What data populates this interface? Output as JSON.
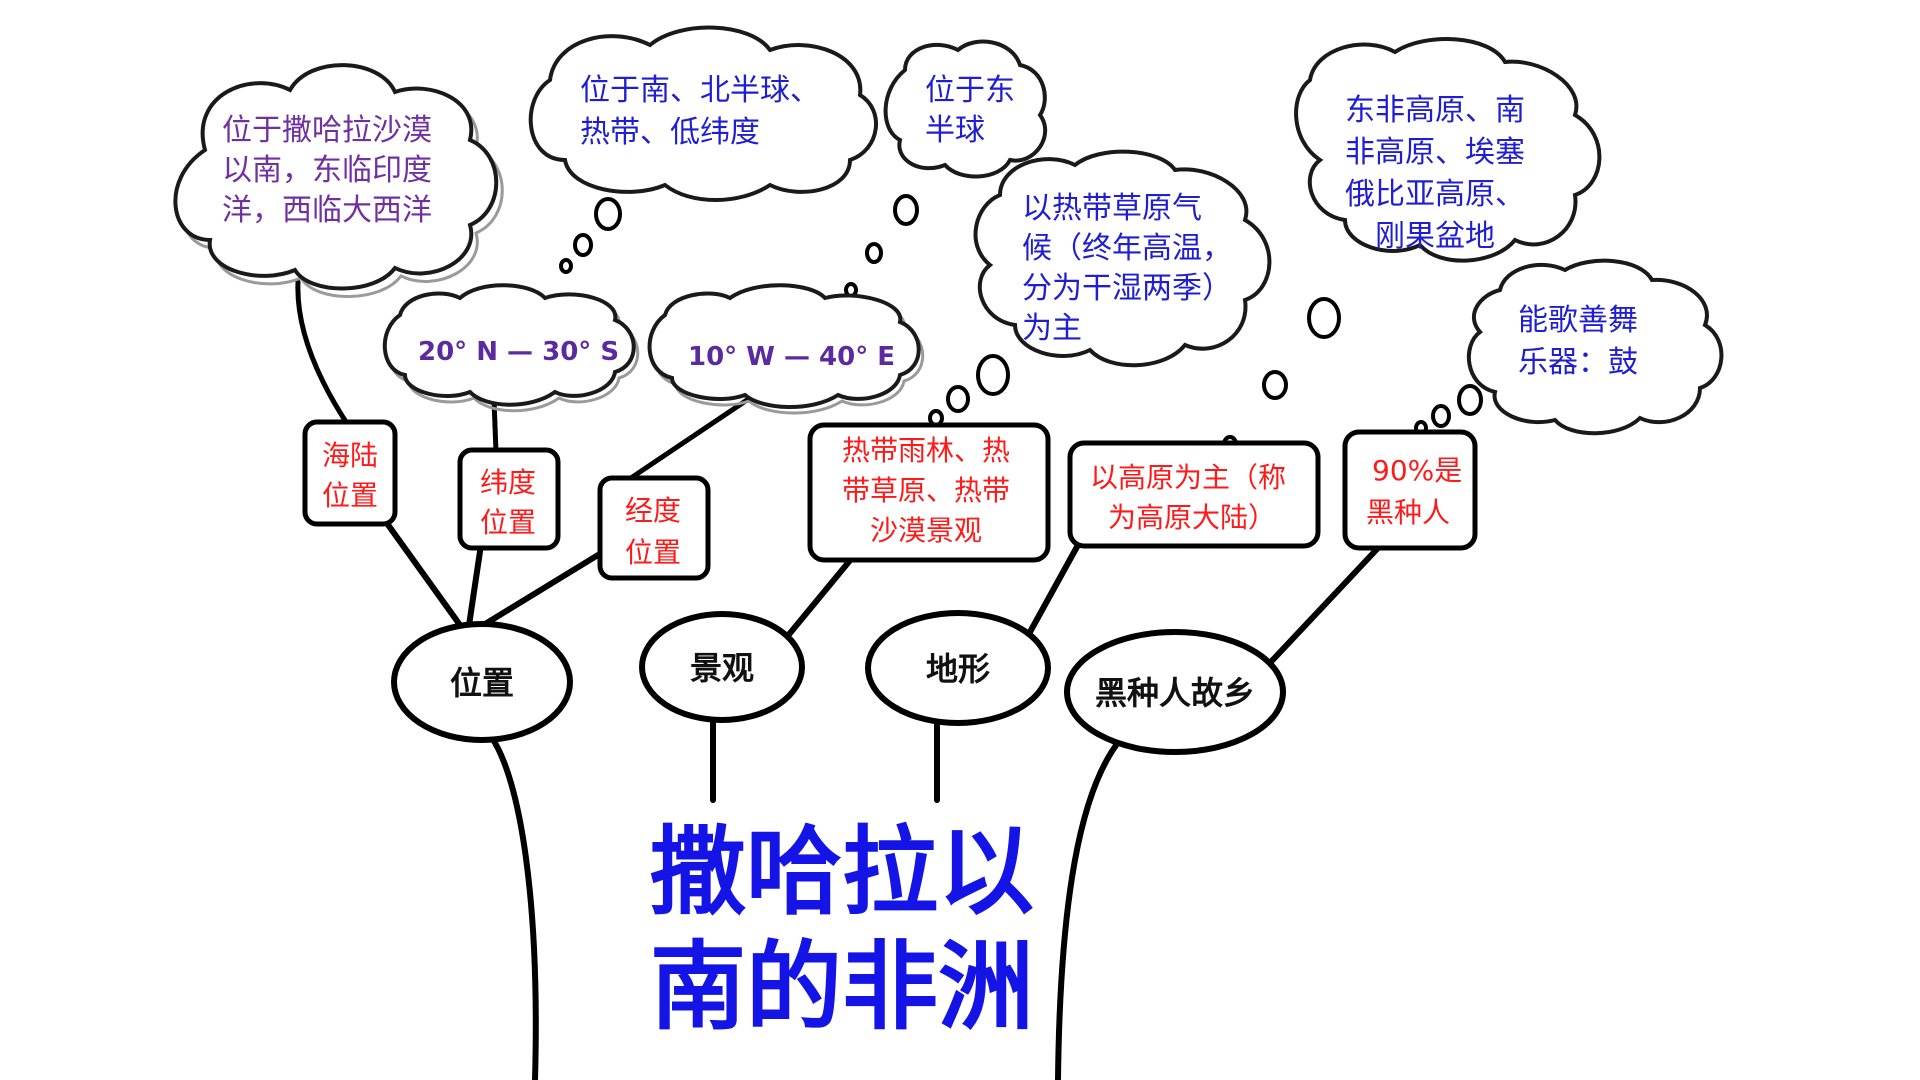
{
  "title": [
    "撒哈拉以",
    "南的非洲"
  ],
  "nodes": {
    "position": "位置",
    "landscape": "景观",
    "terrain": "地形",
    "homeland": "黑种人故乡"
  },
  "boxes": {
    "sea_land": [
      "海陆",
      "位置"
    ],
    "latitude": [
      "纬度",
      "位置"
    ],
    "longitude": [
      "经度",
      "位置"
    ],
    "landscape_types": [
      "热带雨林、热",
      "带草原、热带",
      "沙漠景观"
    ],
    "plateau": [
      "以高原为主（称",
      "为高原大陆）"
    ],
    "black_people": [
      "90%是",
      "黑种人"
    ]
  },
  "clouds": {
    "sea_land_detail": [
      "位于撒哈拉沙漠",
      "以南，东临印度",
      "洋，西临大西洋"
    ],
    "hemisphere": [
      "位于南、北半球、",
      "热带、低纬度"
    ],
    "east": [
      "位于东",
      "半球"
    ],
    "lat_range": "20° N — 30° S",
    "lon_range": "10° W — 40° E",
    "climate": [
      "以热带草原气",
      "候（终年高温，",
      "分为干湿两季）",
      "为主"
    ],
    "plateaus": [
      "东非高原、南",
      "非高原、埃塞",
      "俄比亚高原、",
      "刚果盆地"
    ],
    "music": [
      "能歌善舞",
      "乐器：鼓"
    ]
  },
  "colors": {
    "title": "#1414e6",
    "cloud_blue": "#1f1fd1",
    "cloud_purple": "#7030a0",
    "box_red": "#ff1a1a",
    "outline": "#000000"
  }
}
